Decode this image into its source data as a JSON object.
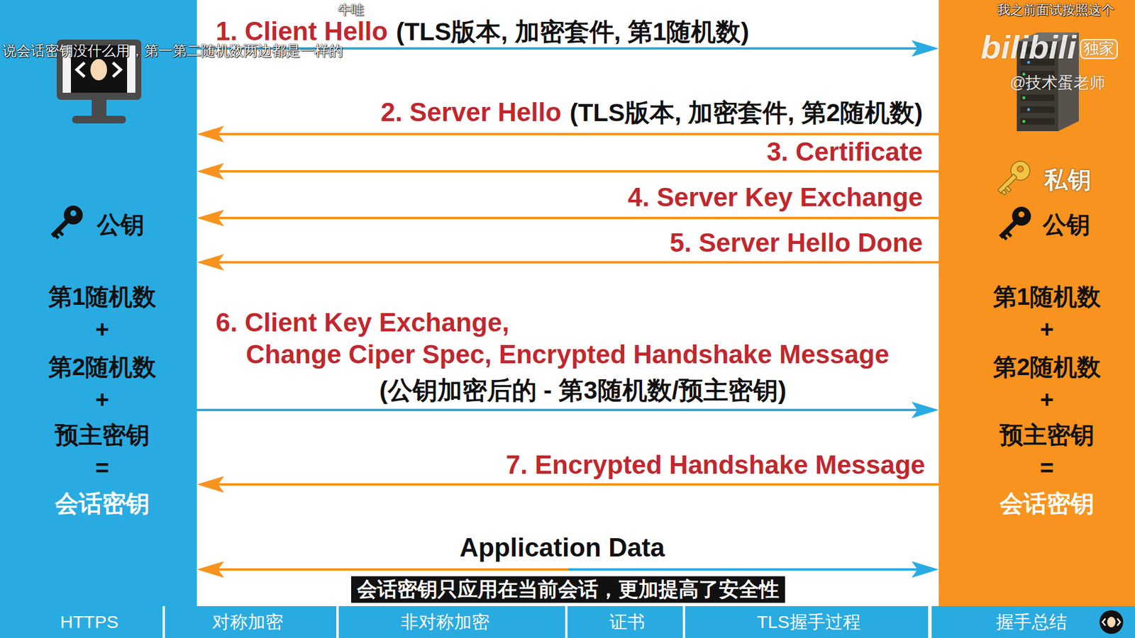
{
  "diagram": {
    "nodes": [
      {
        "text": [
          "公钥",
          "第1随机数",
          "+",
          "第2随机数",
          "+",
          "预主密钥",
          "=",
          "会话密钥"
        ]
      },
      {
        "text": [
          "私钥",
          "公钥",
          "第1随机数",
          "+",
          "第2随机数",
          "+",
          "预主密钥",
          "=",
          "会话密钥"
        ]
      }
    ],
    "edges": [
      {
        "from": 0,
        "to": 1,
        "arrow": "to",
        "label": "1. Client Hello"
      },
      {
        "from": 1,
        "to": 0,
        "arrow": "to",
        "label": "2. Server Hello"
      },
      {
        "from": 1,
        "to": 0,
        "arrow": "to",
        "label": "3. Certificate"
      },
      {
        "from": 1,
        "to": 0,
        "arrow": "to",
        "label": "4. Server Key Exchange"
      },
      {
        "from": 1,
        "to": 0,
        "arrow": "to",
        "label": "5. Server Hello Done"
      },
      {
        "from": 0,
        "to": 1,
        "arrow": "to",
        "label": "6. Client Key Exchange,"
      },
      {
        "from": 1,
        "to": 0,
        "arrow": "to",
        "label": "7. Encrypted Handshake Message"
      },
      {
        "from": 0,
        "to": 1,
        "arrow": "both",
        "label": "Application Data"
      }
    ],
    "labels": [
      "(TLS版本, 加密套件, 第1随机数)",
      "(TLS版本, 加密套件, 第2随机数)",
      "Change Ciper Spec, Encrypted Handshake Message",
      "(公钥加密后的 - 第3随机数/预主密钥)",
      "会话密钥只应用在当前会话，更加提高了安全性",
      "HTTPS",
      "对称加密",
      "非对称加密",
      "证书",
      "TLS握手过程",
      "握手总结",
      "说会话密钥没什么用，第一第二随机数两边都是一样的",
      "牛哇",
      "我之前面试按照这个",
      "bilibili",
      "独家",
      "@技术蛋老师"
    ]
  }
}
